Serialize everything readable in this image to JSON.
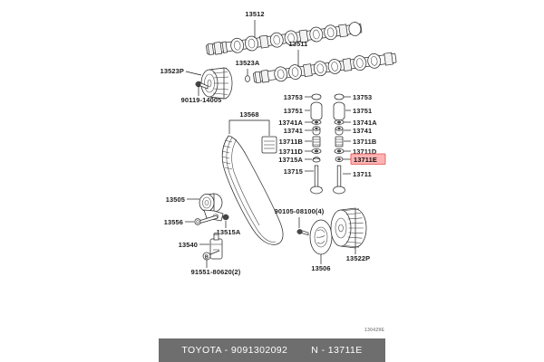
{
  "diagram": {
    "title": "Toyota engine timing belt and camshaft valve parts diagram",
    "corner_code": "130429E",
    "highlight_color": "#ffb3b3",
    "background": "#ffffff"
  },
  "caption": {
    "brand_part": "TOYOTA - 9091302092",
    "ref_part": "N - 13711E",
    "background": "#6e6e6e",
    "text_color": "#ffffff"
  },
  "camshaft_group": {
    "intake_camshaft": "13512",
    "exhaust_camshaft": "13511",
    "camshaft_key": "13523A",
    "timing_pulley": "13523P",
    "pulley_bolt": "90119-14005"
  },
  "belt_group": {
    "timing_belt": "13568"
  },
  "valve_column_left": {
    "items": [
      {
        "label": "13753",
        "name": "valve-retainer-upper"
      },
      {
        "label": "13751",
        "name": "valve-spring"
      },
      {
        "label": "13741A",
        "name": "spring-seat-upper"
      },
      {
        "label": "13741",
        "name": "valve-stem-seal"
      },
      {
        "label": "13711B",
        "name": "valve-guide-bush"
      },
      {
        "label": "13711D",
        "name": "valve-washer"
      },
      {
        "label": "13715A",
        "name": "valve-shim-a"
      },
      {
        "label": "13715",
        "name": "valve-intake"
      }
    ]
  },
  "valve_column_right": {
    "items": [
      {
        "label": "13753",
        "name": "valve-retainer-upper"
      },
      {
        "label": "13751",
        "name": "valve-spring"
      },
      {
        "label": "13741A",
        "name": "spring-seat-upper"
      },
      {
        "label": "13741",
        "name": "valve-stem-seal"
      },
      {
        "label": "13711B",
        "name": "valve-guide-bush"
      },
      {
        "label": "13711D",
        "name": "valve-washer"
      },
      {
        "label": "13711E",
        "name": "valve-seat-highlighted",
        "highlighted": true
      },
      {
        "label": "13711",
        "name": "valve-exhaust"
      }
    ]
  },
  "tensioner_group": {
    "idler_pulley": "13505",
    "tensioner_spring": "13556",
    "tensioner_stud": "13515A",
    "tensioner_damper": "13540",
    "damper_bolt": "91551-80620(2)"
  },
  "crank_group": {
    "sprocket_bolt": "90105-08100(4)",
    "crank_guide_plate": "13506",
    "crank_timing_sprocket": "13522P"
  }
}
